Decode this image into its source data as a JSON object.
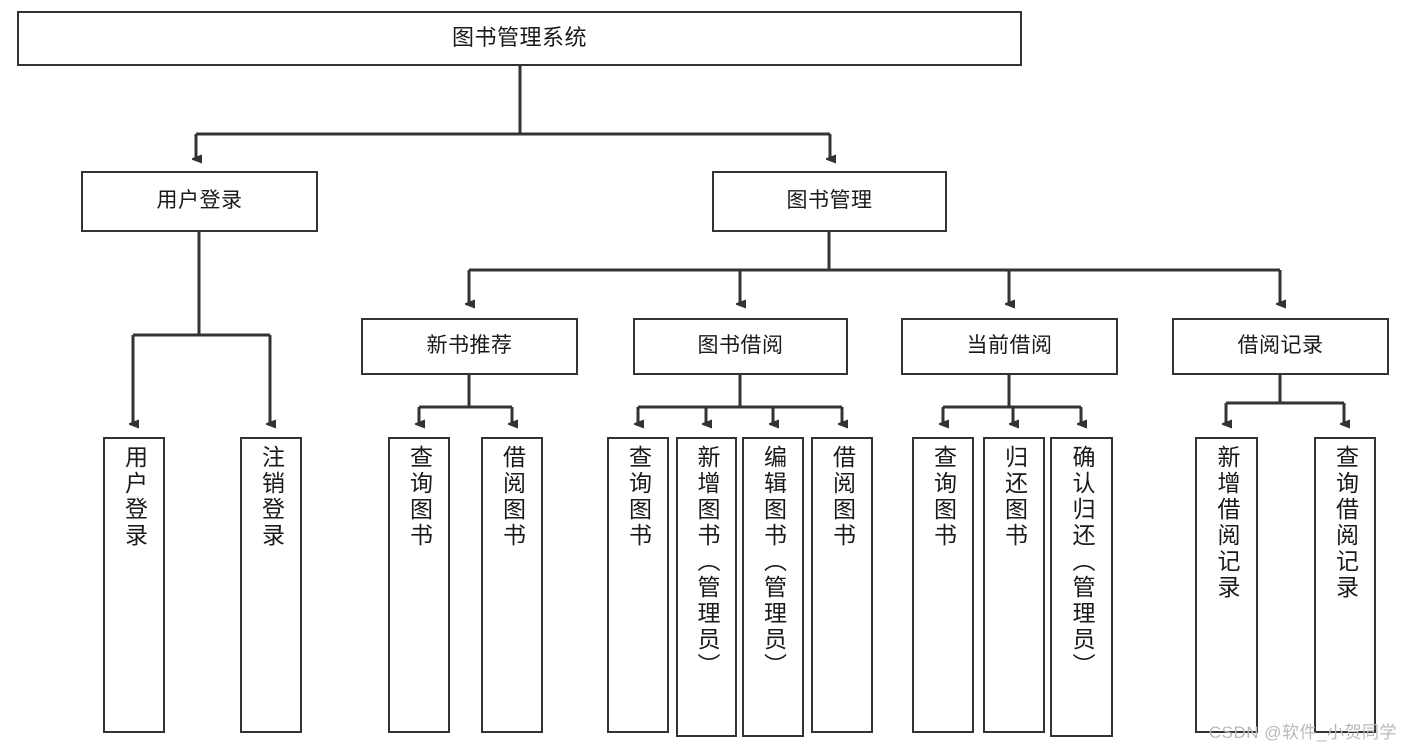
{
  "diagram": {
    "kind": "tree-hierarchy-chart",
    "root": {
      "label": "图书管理系统"
    },
    "level2": [
      {
        "label": "用户登录"
      },
      {
        "label": "图书管理"
      }
    ],
    "level3": [
      {
        "label": "新书推荐"
      },
      {
        "label": "图书借阅"
      },
      {
        "label": "当前借阅"
      },
      {
        "label": "借阅记录"
      }
    ],
    "leaves": {
      "user_login": [
        {
          "label": "用户登录"
        },
        {
          "label": "注销登录"
        }
      ],
      "new_book_recommend": [
        {
          "label": "查询图书"
        },
        {
          "label": "借阅图书"
        }
      ],
      "book_borrow": [
        {
          "label": "查询图书"
        },
        {
          "label": "新增图书（管理员）"
        },
        {
          "label": "编辑图书（管理员）"
        },
        {
          "label": "借阅图书"
        }
      ],
      "current_borrow": [
        {
          "label": "查询图书"
        },
        {
          "label": "归还图书"
        },
        {
          "label": "确认归还（管理员）"
        }
      ],
      "borrow_record": [
        {
          "label": "新增借阅记录"
        },
        {
          "label": "查询借阅记录"
        }
      ]
    }
  },
  "watermark": {
    "text": "CSDN @软件_小贺同学"
  },
  "colors": {
    "stroke": "#333333",
    "background": "#ffffff",
    "text": "#1a1a1a",
    "watermark": "#b9b9b9"
  }
}
